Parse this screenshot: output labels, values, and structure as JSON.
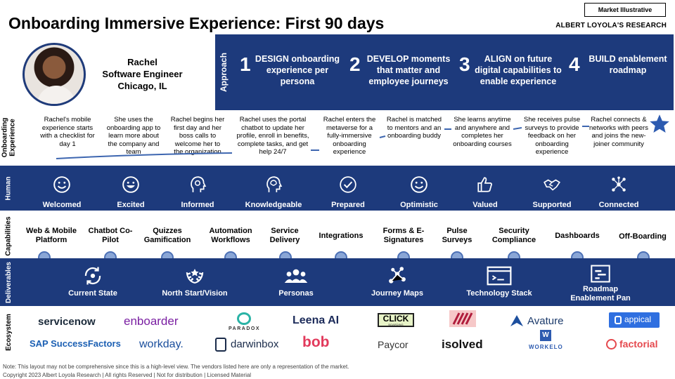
{
  "header": {
    "title": "Onboarding Immersive Experience: First 90 days",
    "badge": "Market Illustrative",
    "research": "ALBERT LOYOLA'S RESEARCH"
  },
  "persona": {
    "name": "Rachel",
    "role": "Software Engineer",
    "location": "Chicago, IL"
  },
  "approach": {
    "label": "Approach",
    "steps": [
      {
        "num": "1",
        "text": "DESIGN onboarding experience per persona"
      },
      {
        "num": "2",
        "text": "DEVELOP moments that matter and employee journeys"
      },
      {
        "num": "3",
        "text": "ALIGN on future digital capabilities to enable experience"
      },
      {
        "num": "4",
        "text": "BUILD enablement roadmap"
      }
    ]
  },
  "rows": {
    "experience": "Onboarding Experience",
    "human": "Human",
    "capabilities": "Capabilities",
    "deliverables": "Deliverables",
    "ecosystem": "Ecosystem"
  },
  "experience": [
    "Rachel's mobile experience starts with a checklist for day 1",
    "She uses the onboarding app to learn more about the company and team",
    "Rachel begins her first day and her boss calls to welcome her to the organization",
    "Rachel uses the portal chatbot to update her profile, enroll in benefits, complete tasks, and get help 24/7",
    "Rachel enters the metaverse for a fully-immersive onboarding experience",
    "Rachel is matched to mentors and an onboarding buddy",
    "She learns anytime and anywhere and completes her onboarding courses",
    "She receives pulse surveys to provide feedback on her onboarding experience",
    "Rachel connects & networks with peers and joins the new-joiner community"
  ],
  "human": [
    {
      "label": "Welcomed",
      "icon": "smile-icon"
    },
    {
      "label": "Excited",
      "icon": "grin-icon"
    },
    {
      "label": "Informed",
      "icon": "head-lightbulb-icon"
    },
    {
      "label": "Knowledgeable",
      "icon": "brain-icon"
    },
    {
      "label": "Prepared",
      "icon": "check-circle-icon"
    },
    {
      "label": "Optimistic",
      "icon": "smile-icon"
    },
    {
      "label": "Valued",
      "icon": "thumbs-up-icon"
    },
    {
      "label": "Supported",
      "icon": "handshake-icon"
    },
    {
      "label": "Connected",
      "icon": "network-icon"
    }
  ],
  "capabilities": [
    "Web & Mobile Platform",
    "Chatbot Co-Pilot",
    "Quizzes Gamification",
    "Automation Workflows",
    "Service Delivery",
    "Integrations",
    "Forms & E-Signatures",
    "Pulse Surveys",
    "Security Compliance",
    "Dashboards",
    "Off-Boarding"
  ],
  "deliverables": [
    {
      "label": "Current State",
      "icon": "cycle-icon"
    },
    {
      "label": "North Start/Vision",
      "icon": "laurel-icon"
    },
    {
      "label": "Personas",
      "icon": "people-icon"
    },
    {
      "label": "Journey Maps",
      "icon": "journey-icon"
    },
    {
      "label": "Technology Stack",
      "icon": "window-icon"
    },
    {
      "label": "Roadmap Enablement Pan",
      "icon": "roadmap-icon"
    }
  ],
  "vendors": {
    "row1": [
      "servicenow",
      "enboarder",
      "PARADOX",
      "Leena AI",
      "CLICK",
      "",
      "Avature",
      "appical"
    ],
    "row2": [
      "SAP SuccessFactors",
      "workday.",
      "darwinbox",
      "bob",
      "Paycor",
      "isolved",
      "WORKELO",
      "factorial"
    ],
    "click_sub": "BOARDING"
  },
  "footer": {
    "note": "Note: This layout  may not be comprehensive since this is a high-level view. The vendors listed here are only a representation of the market.",
    "copyright": "Copyright 2023 Albert Loyola Research | All rights Reserved | Not for distribution | Licensed Material"
  },
  "colors": {
    "navy": "#1d3a7c",
    "accent": "#4c70b6"
  }
}
